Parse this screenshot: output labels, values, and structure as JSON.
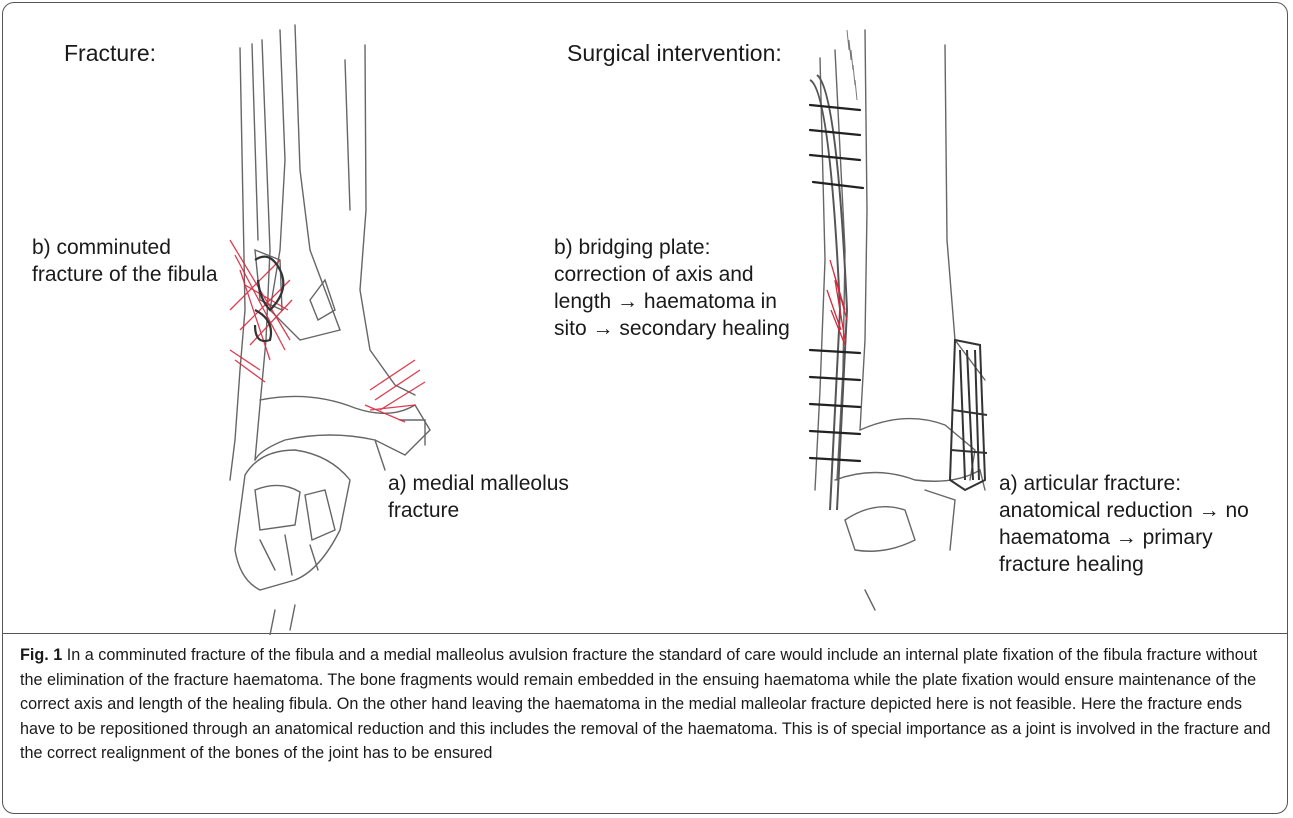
{
  "left_panel": {
    "heading": "Fracture:",
    "label_b": [
      "b) comminuted",
      "fracture of the fibula"
    ],
    "label_a": [
      "a) medial malleolus",
      "fracture"
    ]
  },
  "right_panel": {
    "heading": "Surgical intervention:",
    "label_b": [
      "b) bridging plate:",
      "correction of axis and",
      "length → haematoma in",
      "sito → secondary healing"
    ],
    "label_a": [
      "a) articular fracture:",
      "anatomical reduction → no",
      "haematoma  → primary",
      "fracture healing"
    ]
  },
  "caption": {
    "figure_label": "Fig. 1",
    "text": "In a comminuted fracture of the fibula and a medial malleolus avulsion fracture the standard of care would include an internal plate fixation of the fibula fracture without the elimination of the fracture haematoma. The bone fragments would remain embedded in the ensuing haematoma while the plate fixation would ensure maintenance of the correct axis and length of the healing fibula. On the other hand leaving the haematoma in the medial malleolar fracture depicted here is not feasible. Here the fracture ends have to be repositioned through an anatomical reduction and this includes the removal of the haematoma. This is of special importance as a joint is involved in the fracture and the correct realignment of the bones of the joint has to be ensured"
  },
  "colors": {
    "sketch": "#555555",
    "haematoma": "#d8283c",
    "frame": "#555555"
  }
}
